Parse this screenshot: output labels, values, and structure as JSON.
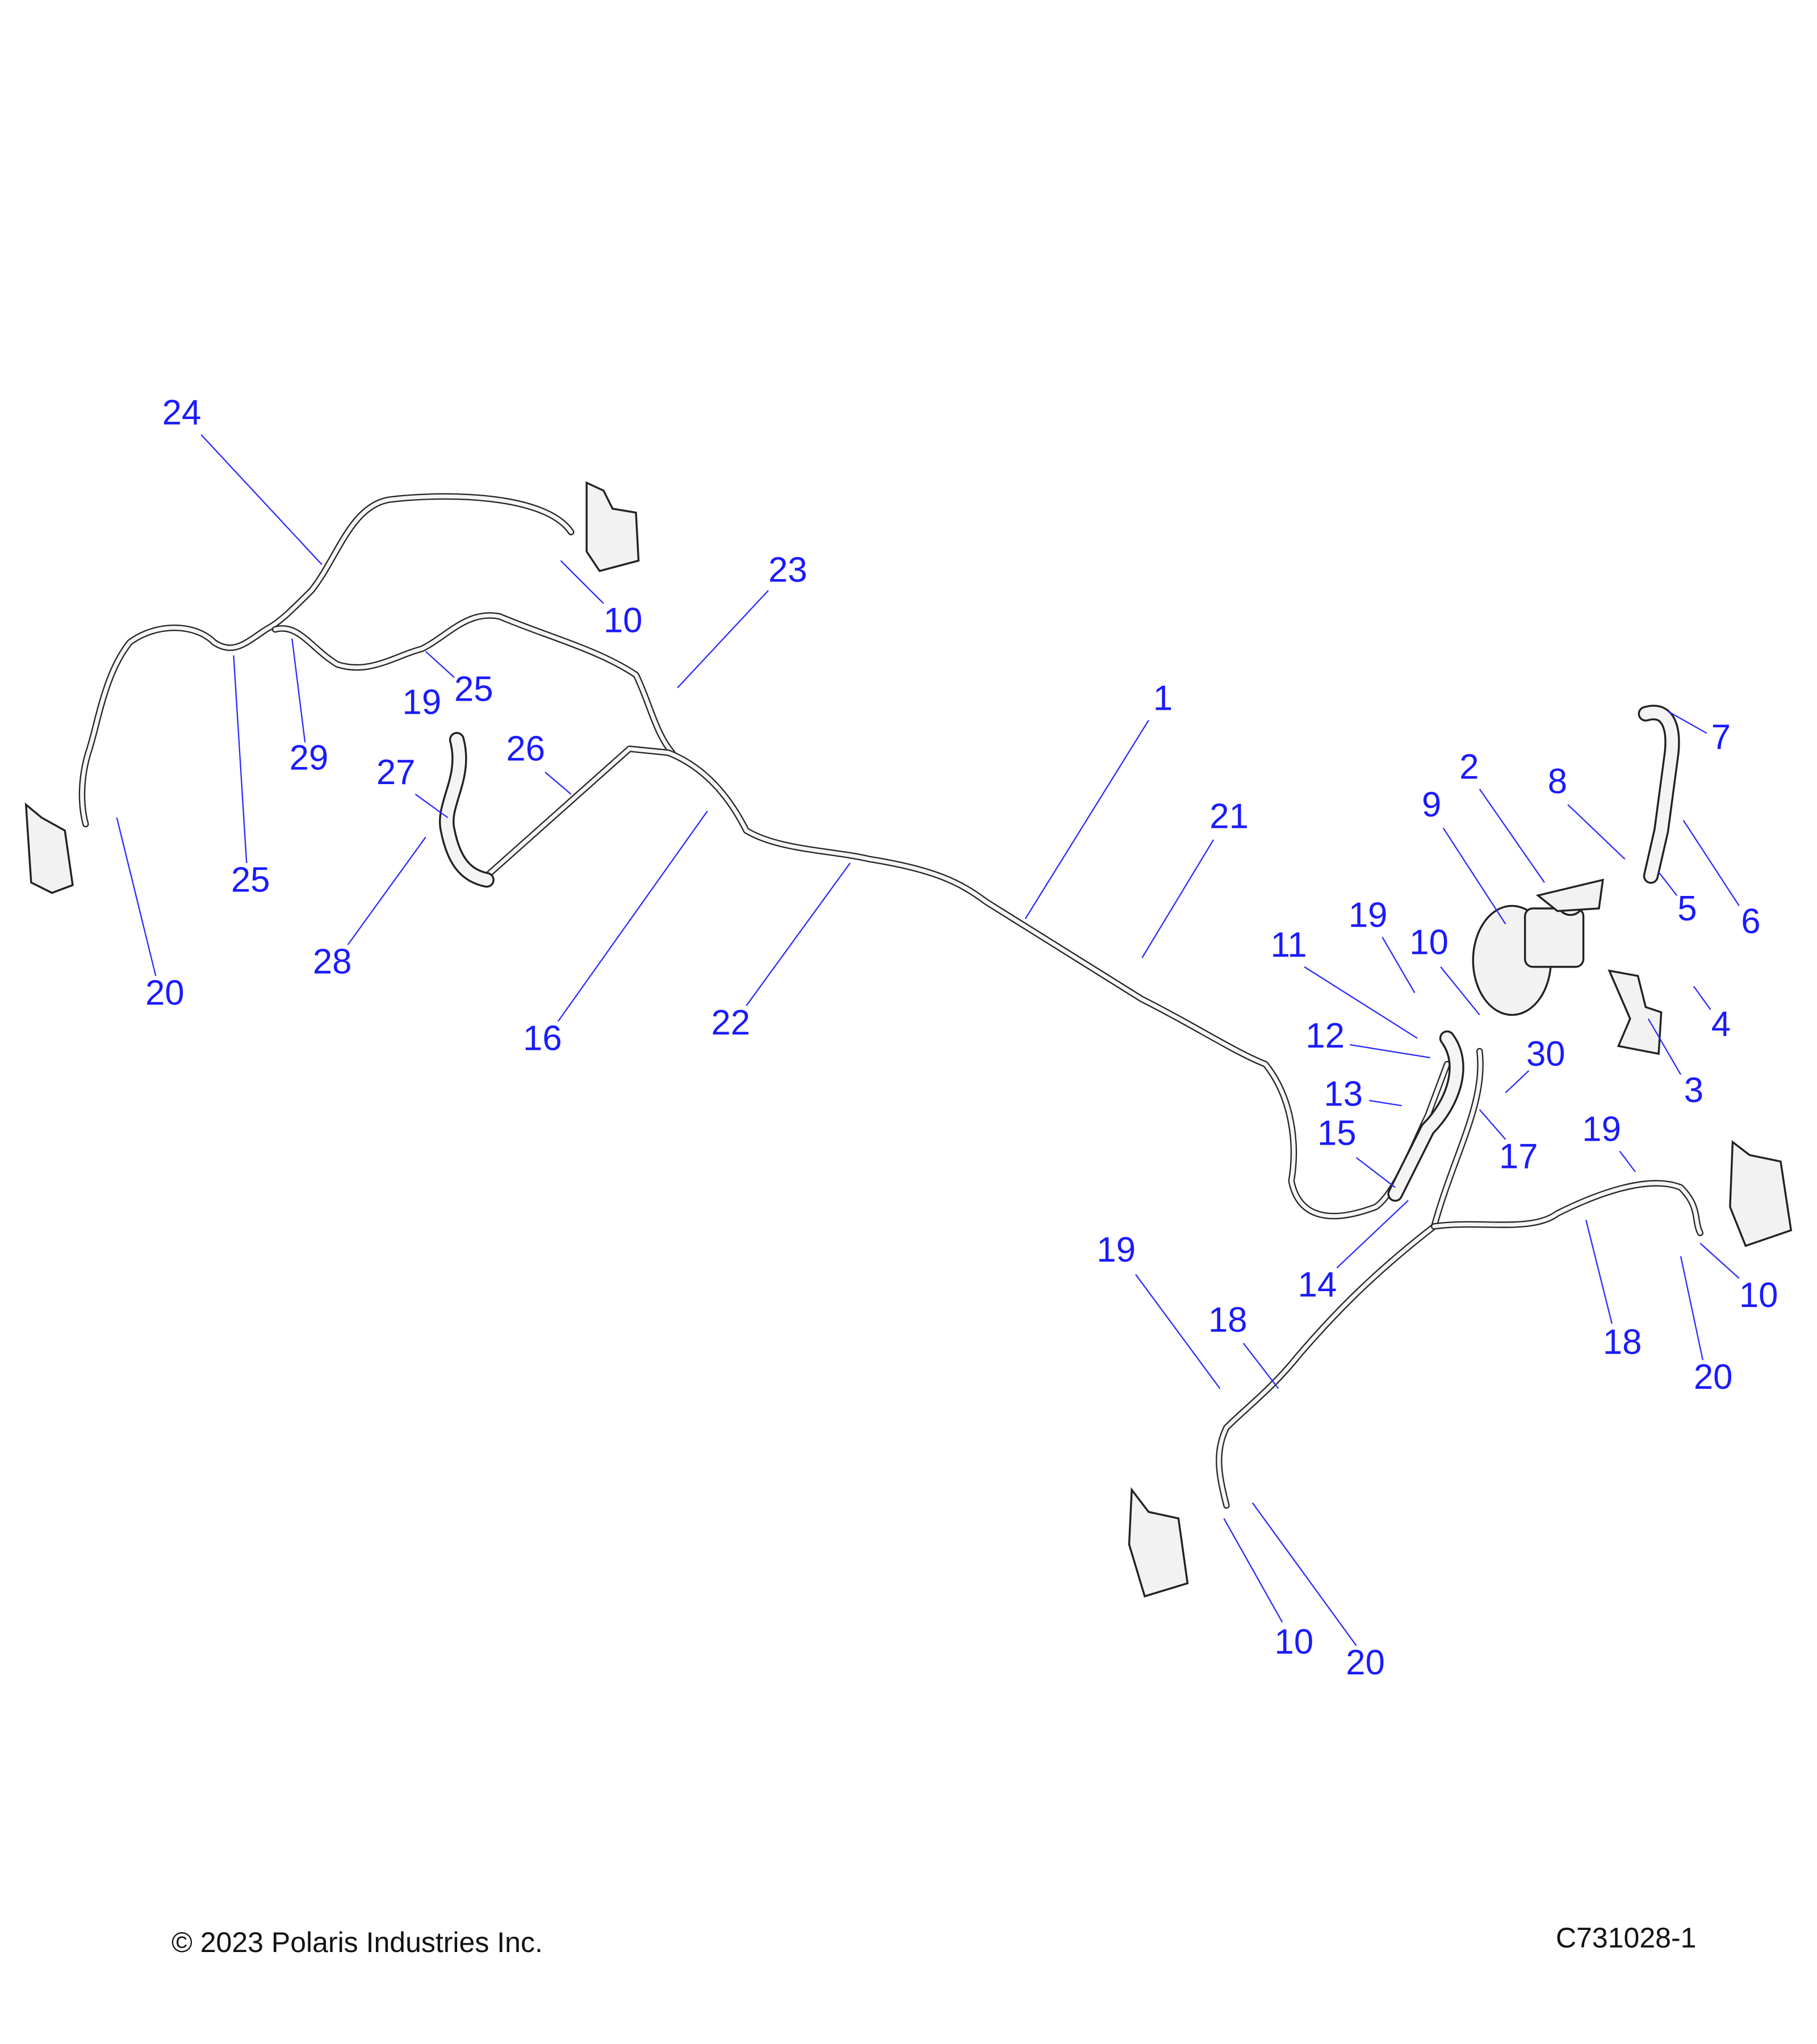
{
  "callouts": [
    "24",
    "10",
    "23",
    "25",
    "29",
    "25",
    "19",
    "27",
    "26",
    "28",
    "20",
    "16",
    "22",
    "1",
    "21",
    "2",
    "8",
    "9",
    "7",
    "6",
    "5",
    "19",
    "10",
    "11",
    "4",
    "3",
    "12",
    "30",
    "13",
    "15",
    "17",
    "14",
    "19",
    "10",
    "20",
    "18",
    "19",
    "18",
    "10",
    "20"
  ],
  "footer": {
    "copyright": "© 2023 Polaris Industries Inc.",
    "drawing_id": "C731028-1"
  },
  "colors": {
    "callout": "#1a1aff",
    "linework": "#222222"
  }
}
